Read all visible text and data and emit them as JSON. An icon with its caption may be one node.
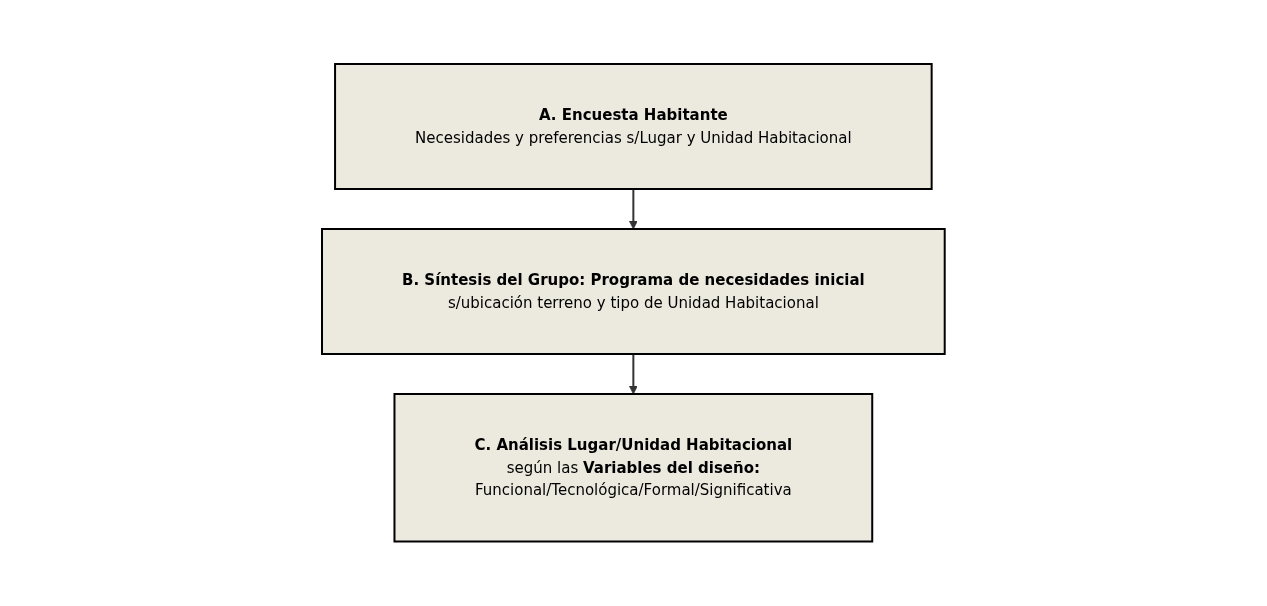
{
  "diagram": {
    "nodes": [
      {
        "text": [
          "A. Encuesta Habitante",
          "Necesidades y preferencias s/Lugar y Unidad Habitacional"
        ]
      },
      {
        "text": [
          "B. Síntesis del Grupo: Programa de necesidades inicial",
          "s/ubicación terreno y tipo de Unidad Habitacional"
        ]
      },
      {
        "text": [
          "C. Análisis Lugar/Unidad Habitacional",
          "según las **Variables del diseño:**",
          "Funcional/Tecnológica/Formal/Significativa"
        ]
      }
    ],
    "edges": [
      {
        "from": 0,
        "to": 1,
        "arrow": "to"
      },
      {
        "from": 1,
        "to": 2,
        "arrow": "to"
      }
    ]
  }
}
